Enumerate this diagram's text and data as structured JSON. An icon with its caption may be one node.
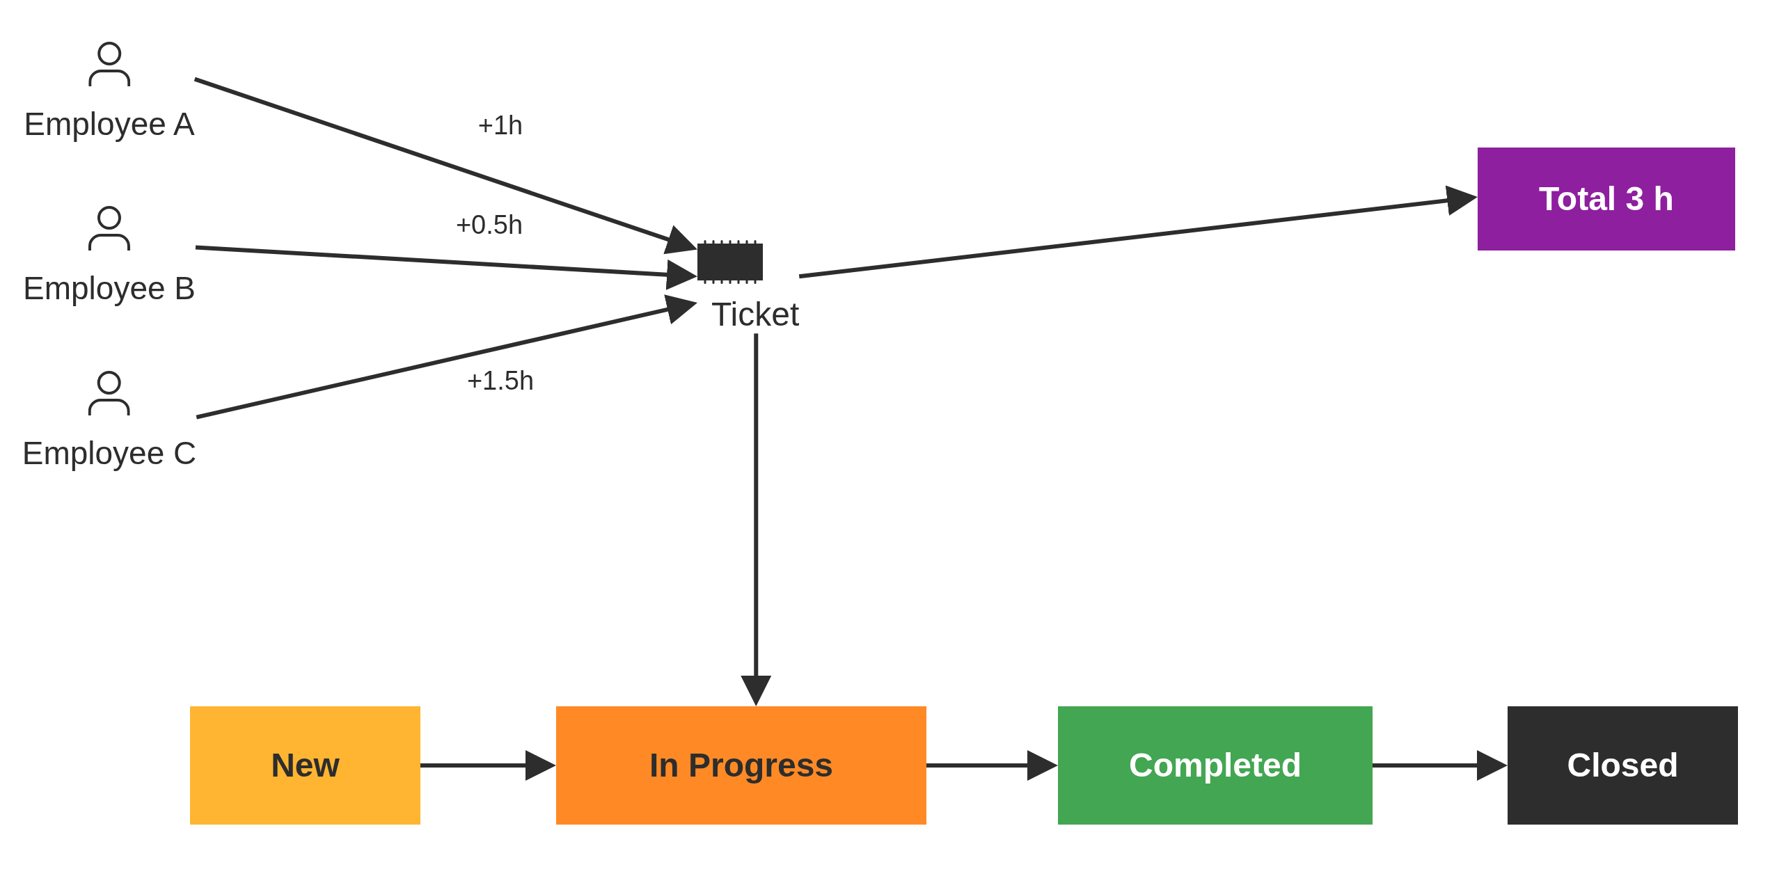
{
  "diagram": {
    "nodes": [
      {
        "text": [
          "Employee A"
        ]
      },
      {
        "text": [
          "Employee B"
        ]
      },
      {
        "text": [
          "Employee C"
        ]
      },
      {
        "text": [
          "Ticket"
        ]
      },
      {
        "text": [
          "Total 3 h"
        ]
      },
      {
        "text": [
          "New"
        ]
      },
      {
        "text": [
          "In Progress"
        ]
      },
      {
        "text": [
          "Completed"
        ]
      },
      {
        "text": [
          "Closed"
        ]
      }
    ],
    "edges": [
      {
        "from": 0,
        "to": 3,
        "arrow": "to",
        "label": "+1h"
      },
      {
        "from": 1,
        "to": 3,
        "arrow": "to",
        "label": "+0.5h"
      },
      {
        "from": 2,
        "to": 3,
        "arrow": "to",
        "label": "+1.5h"
      },
      {
        "from": 3,
        "to": 4,
        "arrow": "to"
      },
      {
        "from": 3,
        "to": 6,
        "arrow": "to"
      },
      {
        "from": 5,
        "to": 6,
        "arrow": "to"
      },
      {
        "from": 6,
        "to": 7,
        "arrow": "to"
      },
      {
        "from": 7,
        "to": 8,
        "arrow": "to"
      }
    ]
  }
}
